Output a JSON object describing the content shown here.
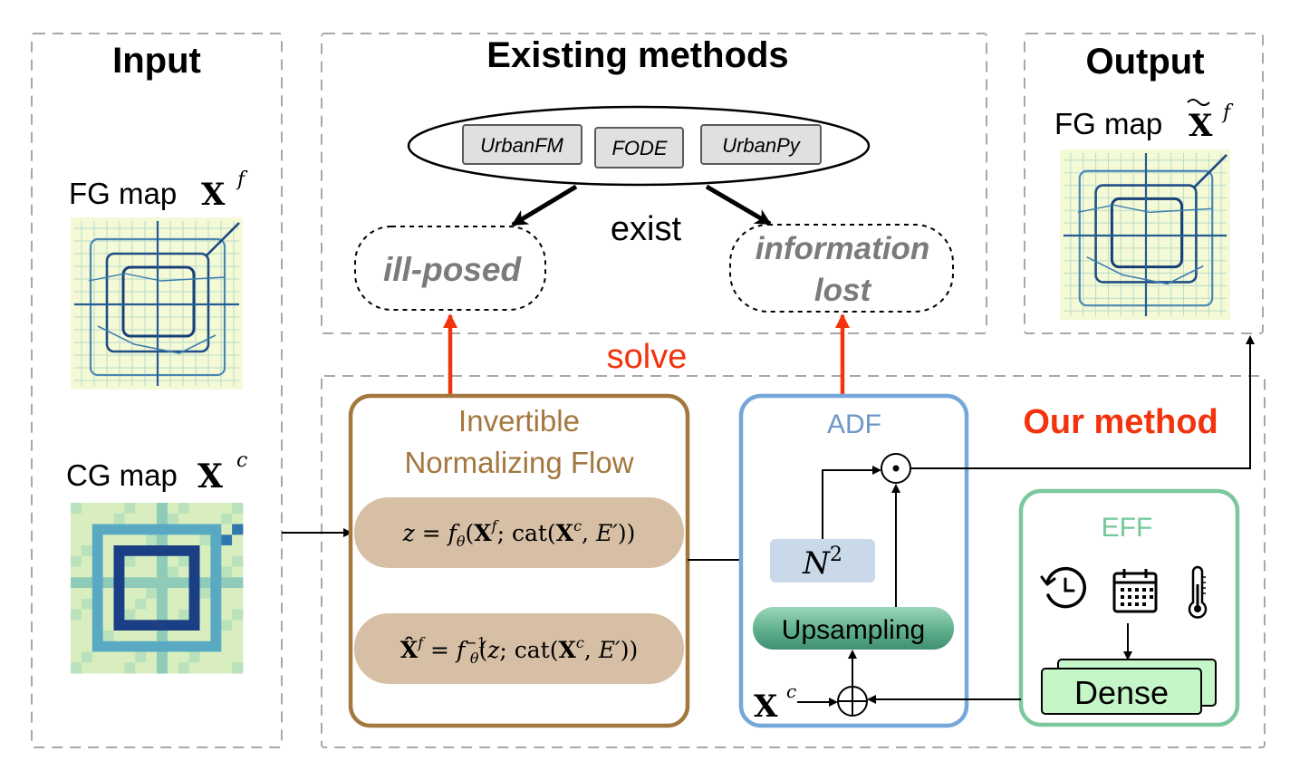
{
  "input": {
    "title": "Input",
    "fg_label": "FG map",
    "fg_symbol": "X",
    "fg_sup": "f",
    "cg_label": "CG map",
    "cg_symbol": "X",
    "cg_sup": "c"
  },
  "existing": {
    "title": "Existing methods",
    "methods": [
      "UrbanFM",
      "FODE",
      "UrbanPy"
    ],
    "exist_label": "exist",
    "problem_1": "ill-posed",
    "problem_2_line1": "information",
    "problem_2_line2": "lost"
  },
  "output": {
    "title": "Output",
    "fg_label": "FG map",
    "fg_symbol": "X",
    "fg_sup": "f"
  },
  "solve_label": "solve",
  "our_method_label": "Our method",
  "inf": {
    "title_line1": "Invertible",
    "title_line2": "Normalizing Flow",
    "eq1": "z = fθ(Xf; cat(Xc, E′))",
    "eq2": "X̂f = fθ−1(z; cat(Xc, E′))"
  },
  "adf": {
    "title": "ADF",
    "n2_base": "N",
    "n2_exp": "2",
    "upsampling": "Upsampling",
    "xc_symbol": "X",
    "xc_sup": "c"
  },
  "eff": {
    "title": "EFF",
    "dense": "Dense",
    "icons": [
      "time-icon",
      "calendar-icon",
      "thermometer-icon"
    ]
  },
  "colors": {
    "inf_border": "#a4773f",
    "inf_fill": "#d7bfa6",
    "adf_border": "#75a7da",
    "adf_title": "#6b96c9",
    "eff_border": "#7bc79e",
    "eff_title": "#72c898",
    "dense_fill": "#c5f6c8",
    "red": "#f2330d",
    "dashed_gray": "#a8a8a8",
    "problem_gray": "#7b7b7b",
    "n2_fill": "#c9d9ea"
  }
}
